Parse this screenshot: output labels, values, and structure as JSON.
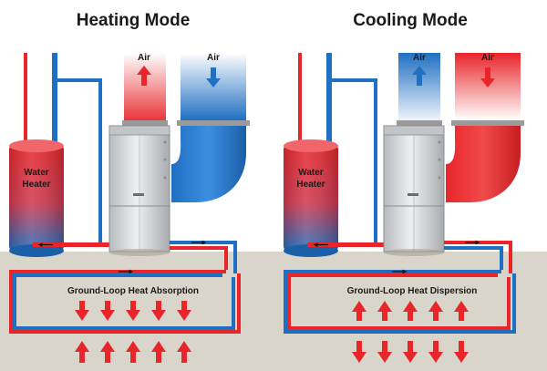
{
  "panels": [
    {
      "title": "Heating Mode",
      "supply_air_label": "Air",
      "return_air_label": "Air",
      "water_heater_line1": "Water",
      "water_heater_line2": "Heater",
      "loop_label": "Ground-Loop Heat Absorption"
    },
    {
      "title": "Cooling Mode",
      "supply_air_label": "Air",
      "return_air_label": "Air",
      "water_heater_line1": "Water",
      "water_heater_line2": "Heater",
      "loop_label": "Ground-Loop Heat Dispersion"
    }
  ],
  "colors": {
    "hot": "#e8262a",
    "cold": "#1f6fc2",
    "ground": "#d9d5cb",
    "unit": "#d4d6d8",
    "duct_gray": "#9a9a9a"
  }
}
